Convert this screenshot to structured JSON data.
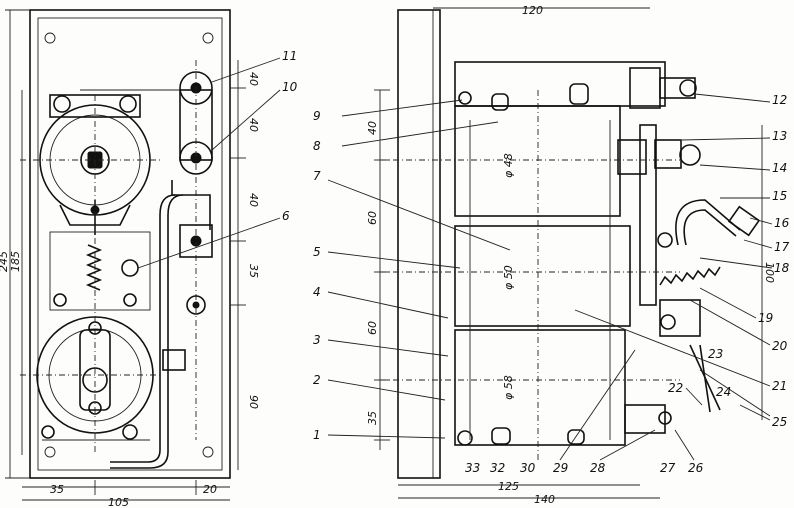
{
  "dimensions": {
    "left_height_outer": "245",
    "left_height_inner": "185",
    "left_right_40a": "40",
    "left_right_40b": "40",
    "left_right_40c": "40",
    "left_right_35": "35",
    "left_right_90": "90",
    "left_bottom_35": "35",
    "left_bottom_105": "105",
    "left_bottom_20": "20",
    "right_top_120": "120",
    "right_left_40": "40",
    "right_left_60a": "60",
    "right_left_60b": "60",
    "right_left_35": "35",
    "right_bottom_125": "125",
    "right_bottom_140": "140",
    "right_side_100": "100",
    "dia_48": "φ 48",
    "dia_50": "φ 50",
    "dia_58": "φ 58"
  },
  "part_labels": {
    "p1": "1",
    "p2": "2",
    "p3": "3",
    "p4": "4",
    "p5": "5",
    "p6": "6",
    "p7": "7",
    "p8": "8",
    "p9": "9",
    "p10": "10",
    "p11": "11",
    "p12": "12",
    "p13": "13",
    "p14": "14",
    "p15": "15",
    "p16": "16",
    "p17": "17",
    "p18": "18",
    "p19": "19",
    "p20": "20",
    "p21": "21",
    "p22": "22",
    "p23": "23",
    "p24": "24",
    "p25": "25",
    "p26": "26",
    "p27": "27",
    "p28": "28",
    "p29": "29",
    "p30": "30",
    "p32": "32",
    "p33": "33"
  }
}
